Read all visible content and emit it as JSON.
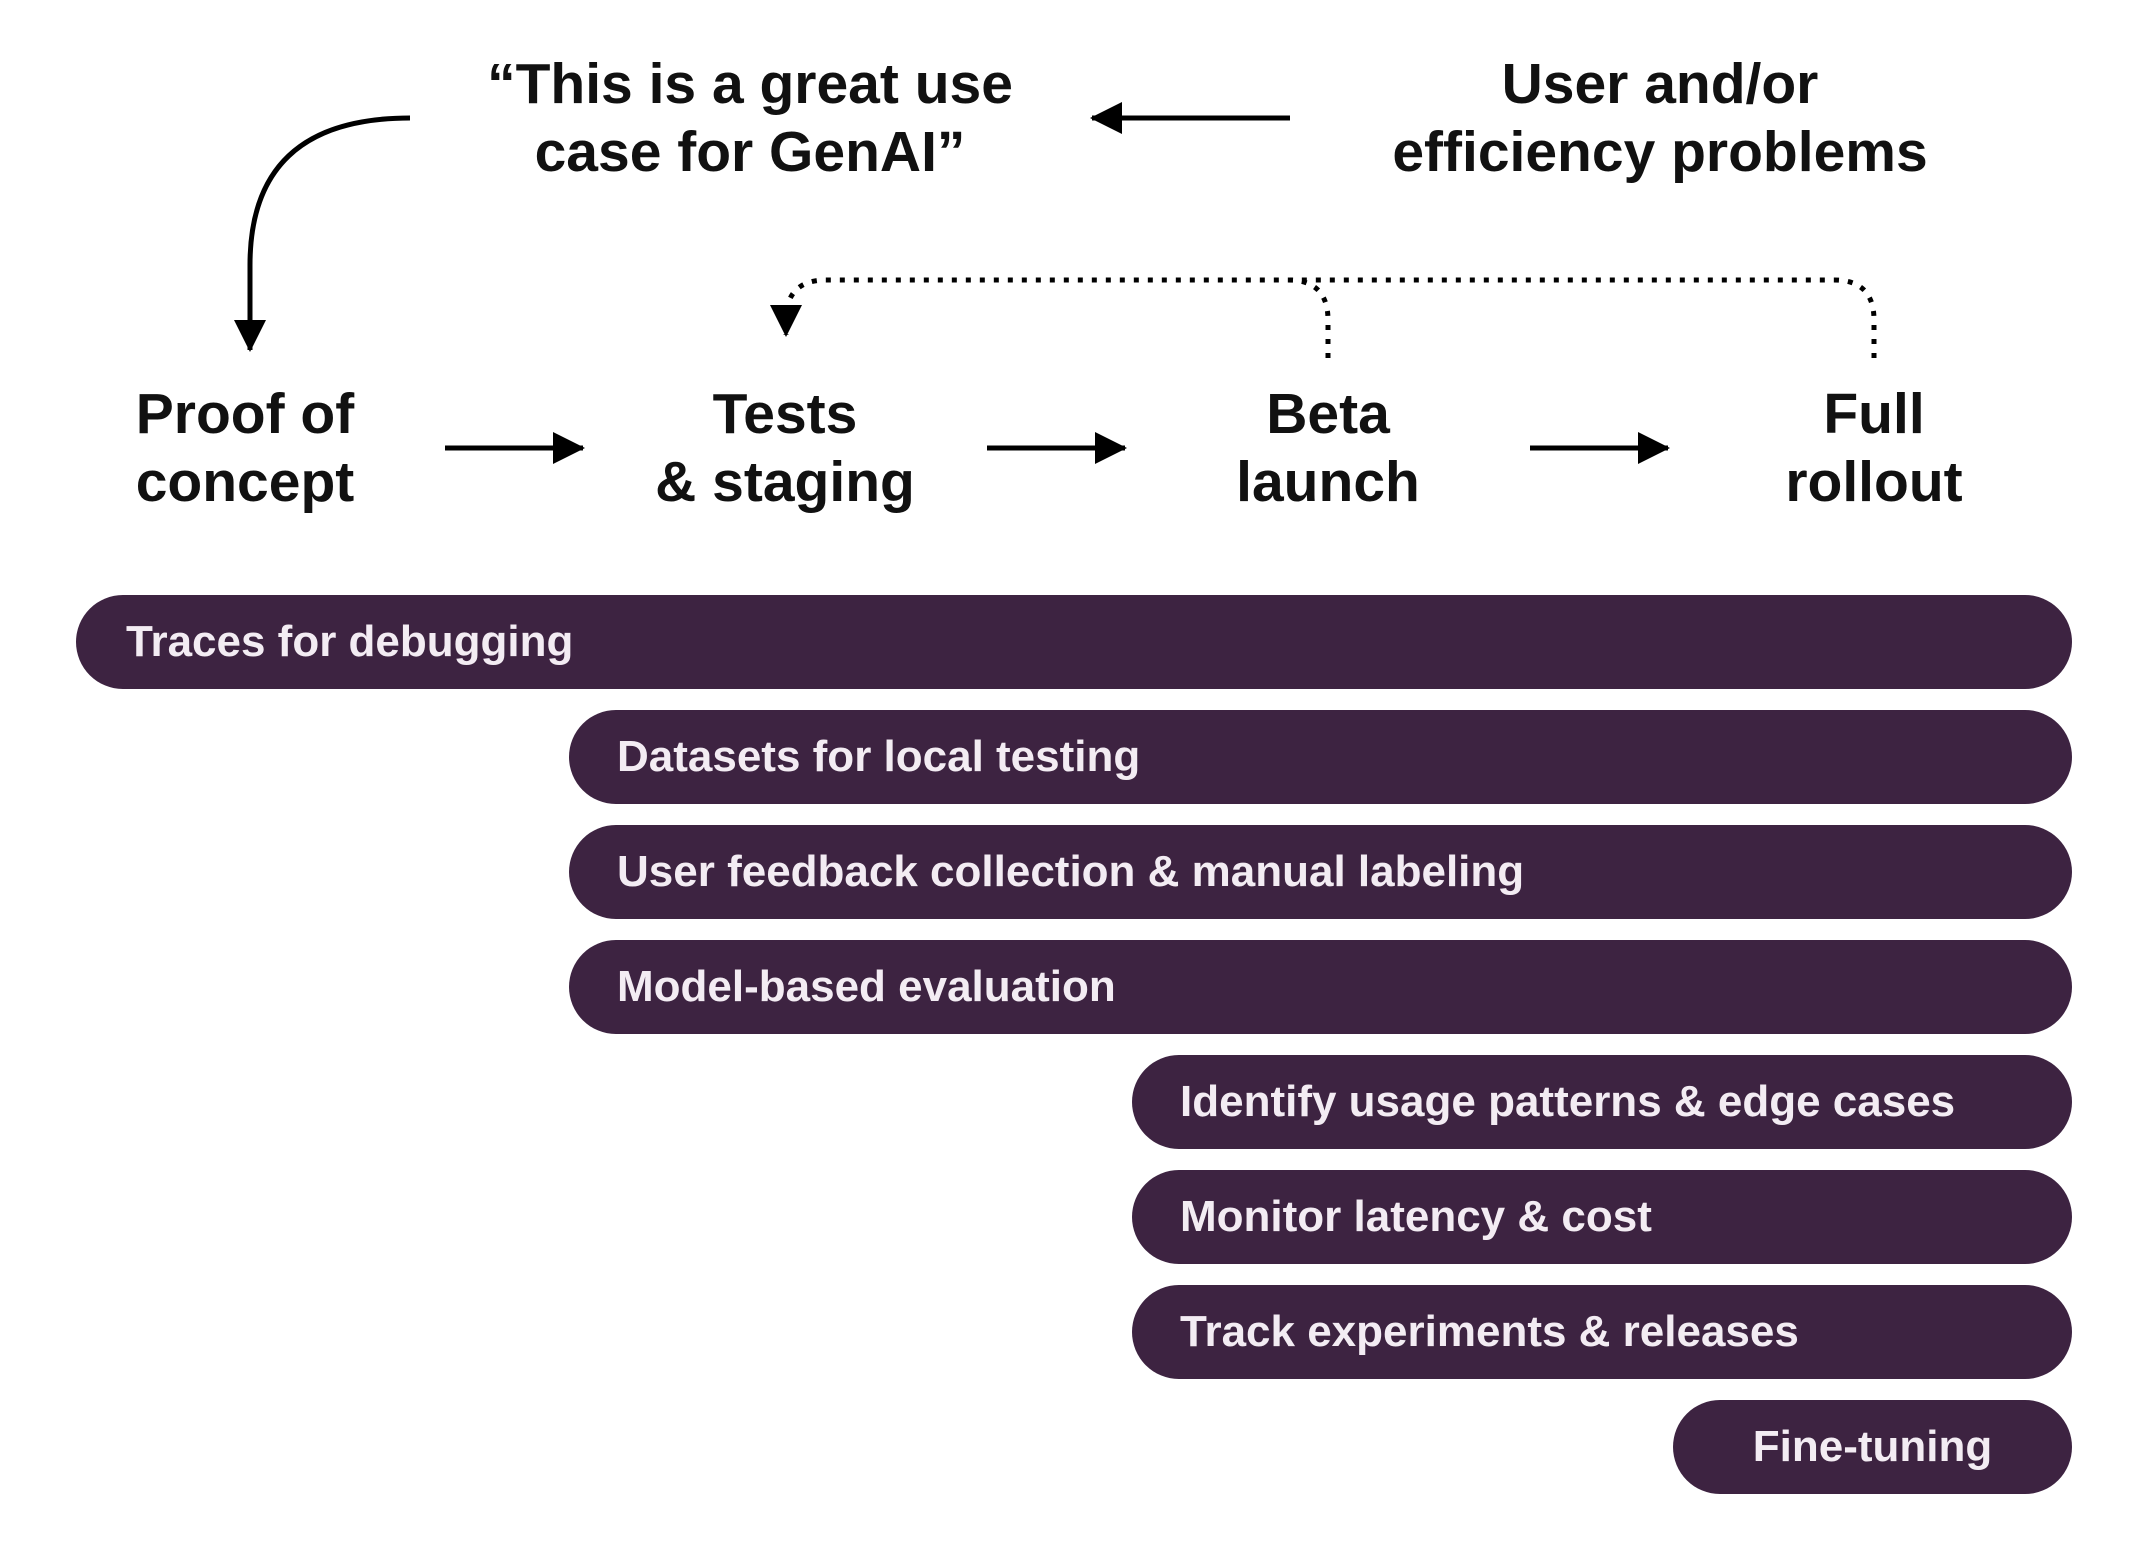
{
  "colors": {
    "bar_fill": "#3d2341",
    "bar_text": "#f3ecf3",
    "label_text": "#111111",
    "arrow": "#000000"
  },
  "top": {
    "quote": [
      "“This is a great use",
      "case for GenAI”"
    ],
    "problems": [
      "User and/or",
      "efficiency problems"
    ]
  },
  "stages": [
    {
      "id": "poc",
      "lines": [
        "Proof of",
        "concept"
      ]
    },
    {
      "id": "tests",
      "lines": [
        "Tests",
        "& staging"
      ]
    },
    {
      "id": "beta",
      "lines": [
        "Beta",
        "launch"
      ]
    },
    {
      "id": "full",
      "lines": [
        "Full",
        "rollout"
      ]
    }
  ],
  "bars": [
    {
      "label": "Traces for debugging",
      "starts_at_stage": 0
    },
    {
      "label": "Datasets for local testing",
      "starts_at_stage": 1
    },
    {
      "label": "User feedback collection & manual labeling",
      "starts_at_stage": 1
    },
    {
      "label": "Model-based evaluation",
      "starts_at_stage": 1
    },
    {
      "label": "Identify usage patterns & edge cases",
      "starts_at_stage": 2
    },
    {
      "label": "Monitor latency & cost",
      "starts_at_stage": 2
    },
    {
      "label": "Track experiments & releases",
      "starts_at_stage": 2
    },
    {
      "label": "Fine-tuning",
      "starts_at_stage": 3
    }
  ]
}
